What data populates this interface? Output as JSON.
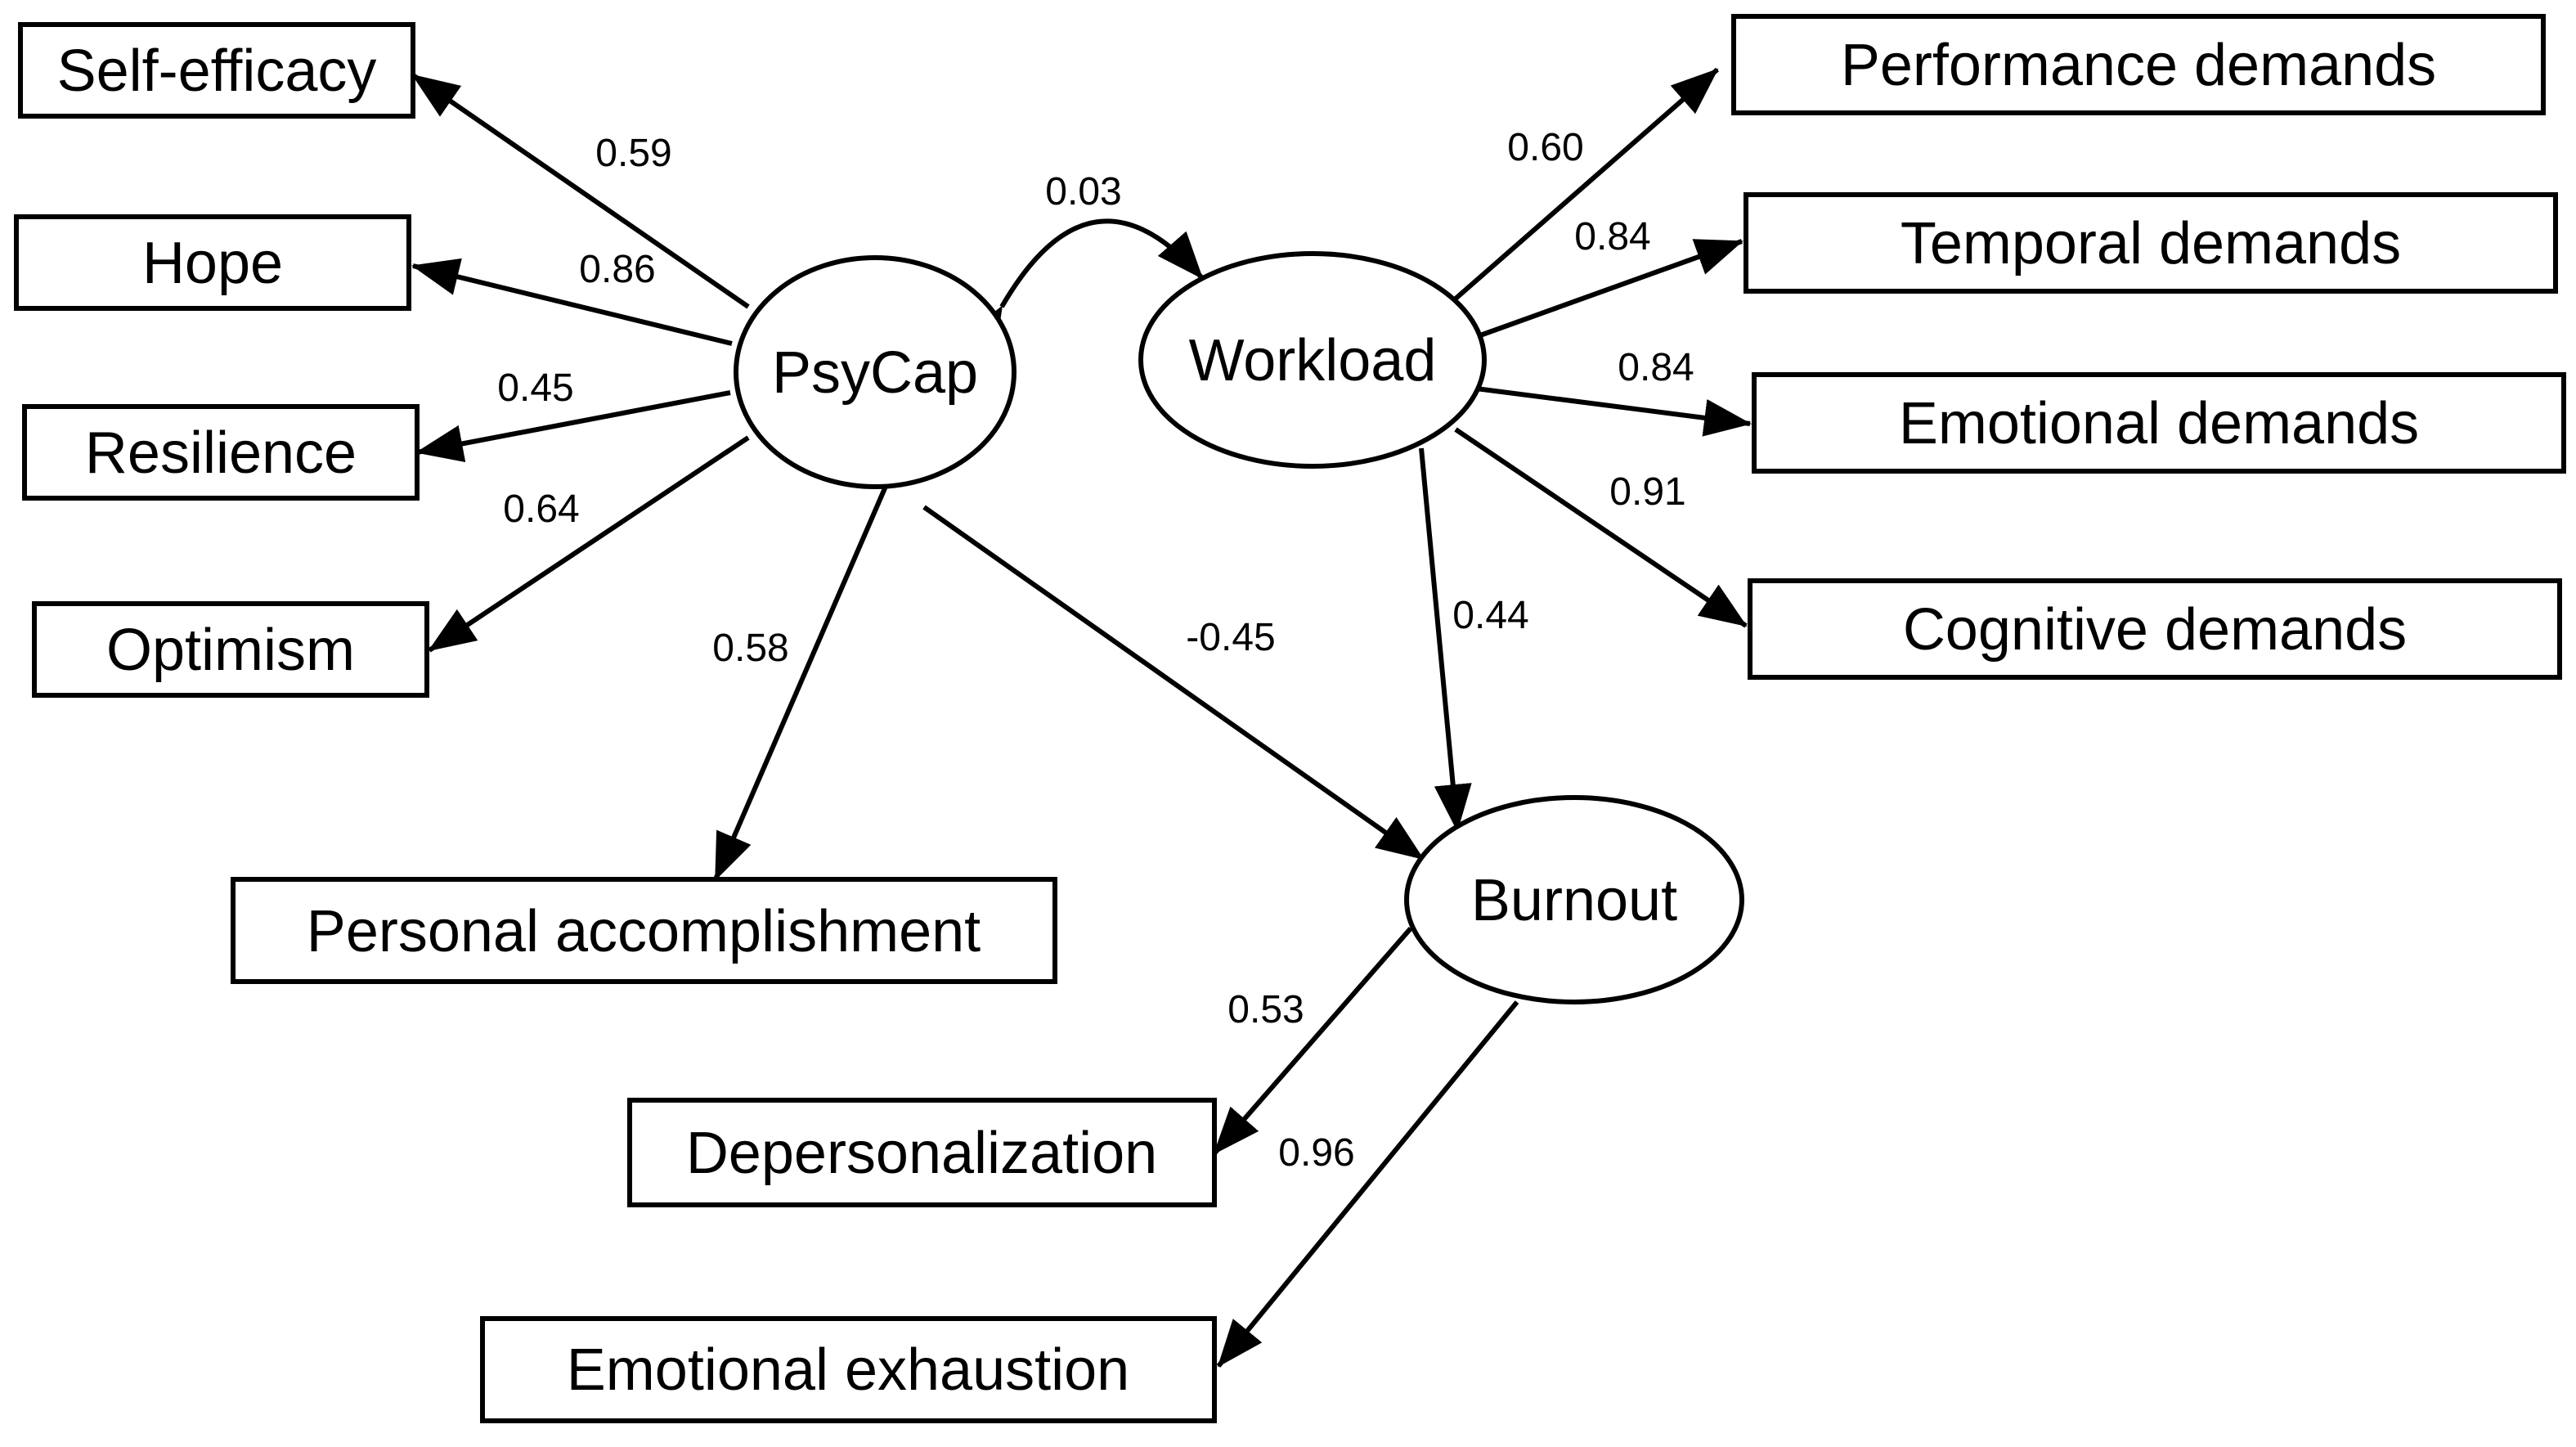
{
  "latent": {
    "psycap": "PsyCap",
    "workload": "Workload",
    "burnout": "Burnout"
  },
  "indicators": {
    "self_efficacy": "Self-efficacy",
    "hope": "Hope",
    "resilience": "Resilience",
    "optimism": "Optimism",
    "personal_accomplishment": "Personal accomplishment",
    "performance_demands": "Performance demands",
    "temporal_demands": "Temporal demands",
    "emotional_demands": "Emotional demands",
    "cognitive_demands": "Cognitive demands",
    "depersonalization": "Depersonalization",
    "emotional_exhaustion": "Emotional exhaustion"
  },
  "coefficients": {
    "psycap_self_efficacy": "0.59",
    "psycap_hope": "0.86",
    "psycap_resilience": "0.45",
    "psycap_optimism": "0.64",
    "psycap_personal_accomplishment": "0.58",
    "psycap_burnout": "-0.45",
    "psycap_workload_covariance": "0.03",
    "workload_performance_demands": "0.60",
    "workload_temporal_demands": "0.84",
    "workload_emotional_demands": "0.84",
    "workload_cognitive_demands": "0.91",
    "workload_burnout": "0.44",
    "burnout_depersonalization": "0.53",
    "burnout_emotional_exhaustion": "0.96"
  }
}
